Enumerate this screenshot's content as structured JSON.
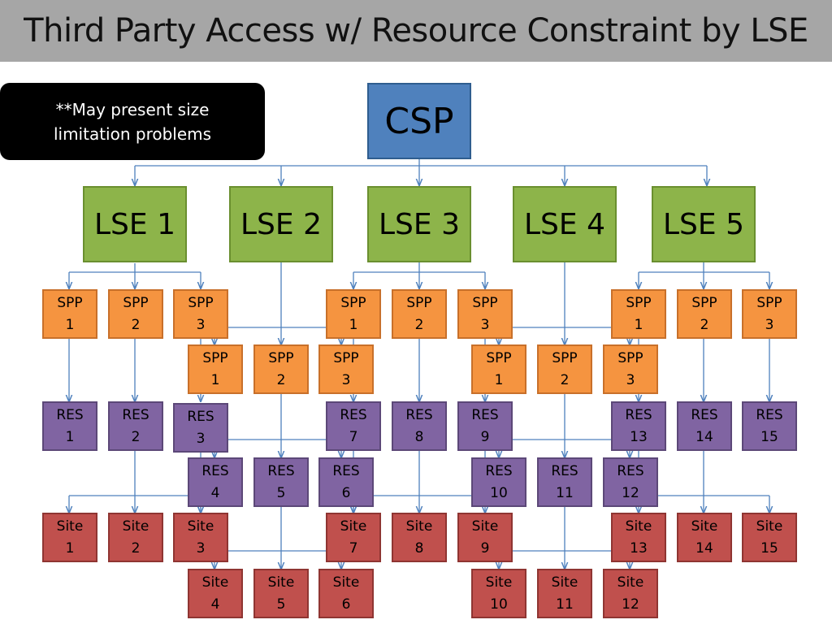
{
  "title": "Third Party Access w/ Resource Constraint by LSE",
  "note": "**May present size\nlimitation problems",
  "colors": {
    "csp": "#4f81bd",
    "lse": "#8db44a",
    "spp": "#f59440",
    "res": "#8064a2",
    "site": "#c0504d",
    "wire": "#4f81bd"
  },
  "nodes": {
    "csp": "CSP",
    "lse": [
      "LSE 1",
      "LSE 2",
      "LSE 3",
      "LSE 4",
      "LSE 5"
    ],
    "spp_top": [
      "SPP\n1",
      "SPP\n2",
      "SPP\n3",
      "SPP\n1",
      "SPP\n2",
      "SPP\n3",
      "SPP\n1",
      "SPP\n2",
      "SPP\n3"
    ],
    "spp_bottom": [
      "SPP\n1",
      "SPP\n2",
      "SPP\n3",
      "SPP\n1",
      "SPP\n2",
      "SPP\n3"
    ],
    "res_top": [
      "RES\n1",
      "RES\n2",
      "RES\n3",
      "RES\n7",
      "RES\n8",
      "RES\n9",
      "RES\n13",
      "RES\n14",
      "RES\n15"
    ],
    "res_bottom": [
      "RES\n4",
      "RES\n5",
      "RES\n6",
      "RES\n10",
      "RES\n11",
      "RES\n12"
    ],
    "site_top": [
      "Site\n1",
      "Site\n2",
      "Site\n3",
      "Site\n7",
      "Site\n8",
      "Site\n9",
      "Site\n13",
      "Site\n14",
      "Site\n15"
    ],
    "site_bottom": [
      "Site\n4",
      "Site\n5",
      "Site\n6",
      "Site\n10",
      "Site\n11",
      "Site\n12"
    ]
  }
}
